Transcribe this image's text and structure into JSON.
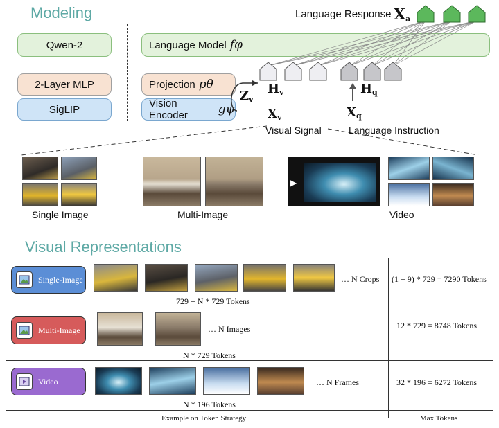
{
  "modeling": {
    "heading": "Modeling",
    "qwen_label": "Qwen-2",
    "mlp_label": "2-Layer MLP",
    "siglip_label": "SigLIP",
    "lm_label": "Language Model",
    "lm_symbol": "fφ",
    "projection_label": "Projection",
    "projection_symbol": "pθ",
    "vision_encoder_label": "Vision Encoder",
    "vision_encoder_symbol": "gψ",
    "language_response": "Language Response",
    "xa": "X",
    "xa_sub": "a",
    "zv": "Z",
    "zv_sub": "v",
    "hv": "H",
    "hv_sub": "v",
    "xv": "X",
    "xv_sub": "v",
    "hq": "H",
    "hq_sub": "q",
    "xq": "X",
    "xq_sub": "q",
    "visual_signal": "Visual Signal",
    "language_instruction": "Language Instruction"
  },
  "inputs": {
    "single_image": "Single Image",
    "multi_image": "Multi-Image",
    "video": "Video"
  },
  "representations": {
    "heading": "Visual Representations",
    "rows": [
      {
        "label": "Single-Image",
        "trail": "… N Crops",
        "tokens": "729 + N * 729 Tokens",
        "max": "(1 + 9) * 729 = 7290 Tokens",
        "color": "#5b8ed6"
      },
      {
        "label": "Multi-Image",
        "trail": "… N Images",
        "tokens": "N * 729 Tokens",
        "max": "12 * 729 = 8748 Tokens",
        "color": "#d65b5b"
      },
      {
        "label": "Video",
        "trail": "… N Frames",
        "tokens": "N * 196 Tokens",
        "max": "32 * 196 = 6272 Tokens",
        "color": "#9a6ad0"
      }
    ],
    "footer_left": "Example on Token Strategy",
    "footer_right": "Max Tokens"
  },
  "colors": {
    "heading": "#5ea9a5",
    "token_green": "#5cb85c",
    "visual_token": "#e8e8ee",
    "lang_token": "#c4c4c8"
  }
}
